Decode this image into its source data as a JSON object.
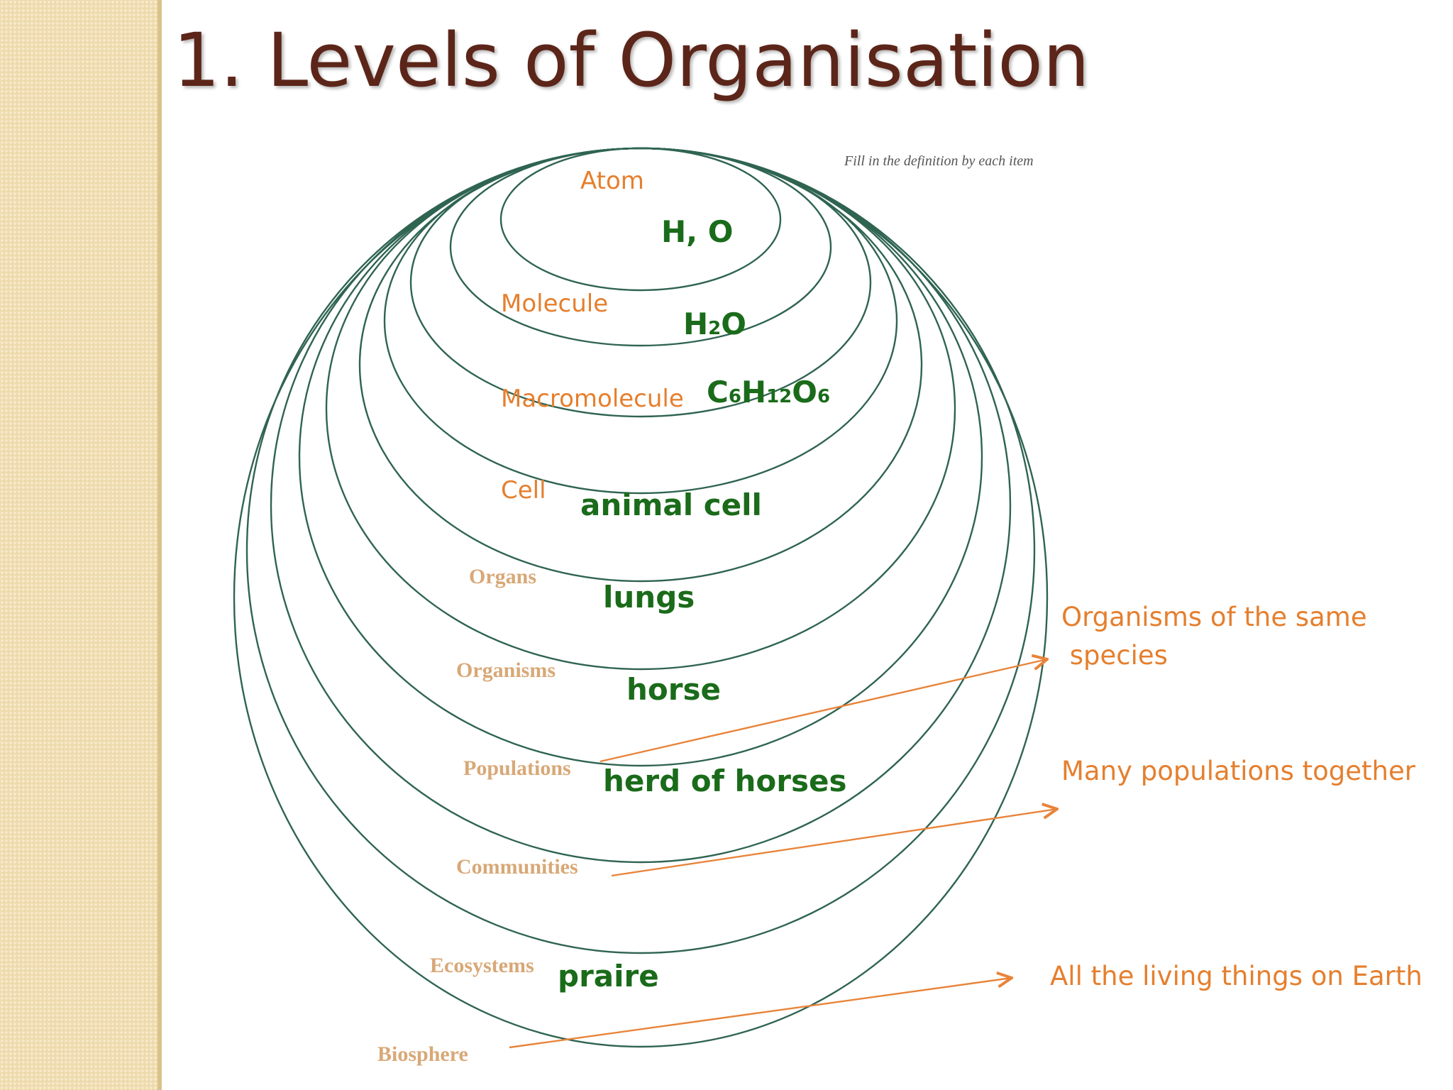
{
  "title": "1. Levels of Organisation",
  "instruction": "Fill in the definition by each item",
  "levels": [
    {
      "label": "Atom",
      "answer": "H, O"
    },
    {
      "label": "Molecule",
      "answer_parts": [
        "H",
        "2",
        "O"
      ]
    },
    {
      "label": "Macromolecule",
      "answer_parts": [
        "C",
        "6",
        "H",
        "12",
        "O",
        "6"
      ]
    },
    {
      "label": "Cell",
      "answer": "animal cell"
    },
    {
      "label": "Organs",
      "answer": "lungs"
    },
    {
      "label": "Organisms",
      "answer": "horse"
    },
    {
      "label": "Populations",
      "answer": "herd of horses"
    },
    {
      "label": "Communities"
    },
    {
      "label": "Ecosystems",
      "answer": "praire"
    },
    {
      "label": "Biosphere"
    }
  ],
  "definitions": {
    "populations": [
      "Organisms of the same",
      " species"
    ],
    "communities": "Many populations together",
    "biosphere": "All the living things on Earth"
  },
  "colors": {
    "title": "#5c2519",
    "label": "#e57f2e",
    "serif_label": "#d8a877",
    "answer": "#1a6b1a",
    "ring": "#2f6451",
    "arrow": "#e8843a",
    "side_strip": "#efdcb0"
  }
}
